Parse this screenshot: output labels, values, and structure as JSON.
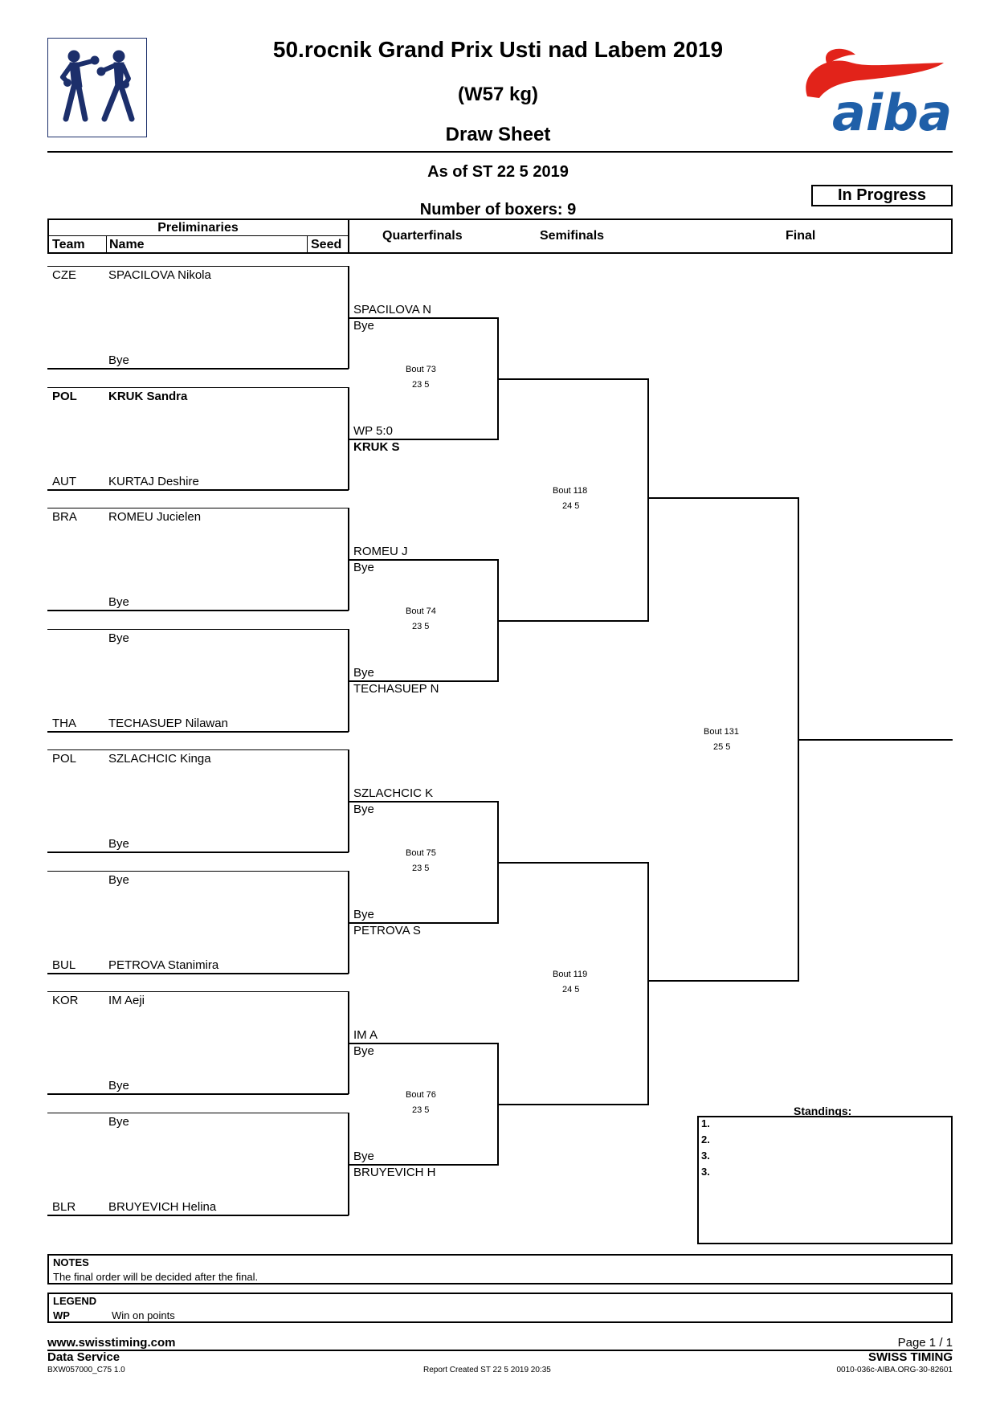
{
  "header": {
    "title": "50.rocnik Grand Prix Usti nad Labem 2019",
    "weight": "(W57 kg)",
    "sheet": "Draw Sheet",
    "as_of": "As of ST 22 5 2019",
    "boxers": "Number of boxers: 9",
    "status": "In Progress",
    "logo_text": "aiba"
  },
  "columns": {
    "preliminaries": "Preliminaries",
    "team": "Team",
    "name": "Name",
    "seed": "Seed",
    "quarterfinals": "Quarterfinals",
    "semifinals": "Semifinals",
    "final": "Final"
  },
  "prelims": [
    {
      "team": "CZE",
      "name": "SPACILOVA Nikola",
      "bold": false
    },
    {
      "team": "",
      "name": "Bye",
      "bold": false
    },
    {
      "team": "POL",
      "name": "KRUK Sandra",
      "bold": true
    },
    {
      "team": "AUT",
      "name": "KURTAJ Deshire",
      "bold": false
    },
    {
      "team": "BRA",
      "name": "ROMEU Jucielen",
      "bold": false
    },
    {
      "team": "",
      "name": "Bye",
      "bold": false
    },
    {
      "team": "",
      "name": "Bye",
      "bold": false
    },
    {
      "team": "THA",
      "name": "TECHASUEP Nilawan",
      "bold": false
    },
    {
      "team": "POL",
      "name": "SZLACHCIC Kinga",
      "bold": false
    },
    {
      "team": "",
      "name": "Bye",
      "bold": false
    },
    {
      "team": "",
      "name": "Bye",
      "bold": false
    },
    {
      "team": "BUL",
      "name": "PETROVA Stanimira",
      "bold": false
    },
    {
      "team": "KOR",
      "name": "IM Aeji",
      "bold": false
    },
    {
      "team": "",
      "name": "Bye",
      "bold": false
    },
    {
      "team": "",
      "name": "Bye",
      "bold": false
    },
    {
      "team": "BLR",
      "name": "BRUYEVICH Helina",
      "bold": false
    }
  ],
  "quarterfinals": [
    {
      "top_name": "SPACILOVA N",
      "top_result": "Bye",
      "bot_result": "WP 5:0",
      "bot_name": "KRUK S",
      "bot_bold": true,
      "bout": "Bout  73",
      "date": "23 5"
    },
    {
      "top_name": "ROMEU J",
      "top_result": "Bye",
      "bot_result": "Bye",
      "bot_name": "TECHASUEP N",
      "bot_bold": false,
      "bout": "Bout  74",
      "date": "23 5"
    },
    {
      "top_name": "SZLACHCIC K",
      "top_result": "Bye",
      "bot_result": "Bye",
      "bot_name": "PETROVA S",
      "bot_bold": false,
      "bout": "Bout  75",
      "date": "23 5"
    },
    {
      "top_name": "IM A",
      "top_result": "Bye",
      "bot_result": "Bye",
      "bot_name": "BRUYEVICH H",
      "bot_bold": false,
      "bout": "Bout  76",
      "date": "23 5"
    }
  ],
  "semifinals": [
    {
      "bout": "Bout  118",
      "date": "24 5"
    },
    {
      "bout": "Bout  119",
      "date": "24 5"
    }
  ],
  "final": {
    "bout": "Bout  131",
    "date": "25 5"
  },
  "standings": {
    "title": "Standings:",
    "places": [
      "1.",
      "2.",
      "3.",
      "3."
    ]
  },
  "notes": {
    "title": "NOTES",
    "text": "The final order will be decided after the final."
  },
  "legend": {
    "title": "LEGEND",
    "code": "WP",
    "text": "Win on points"
  },
  "footer": {
    "url": "www.swisstiming.com",
    "service": "Data Service",
    "code": "BXW057000_C75 1.0",
    "report": "Report Created  ST 22 5 2019 20:35",
    "page": "Page 1 / 1",
    "brand": "SWISS TIMING",
    "id": "0010-036c-AIBA.ORG-30-82601"
  },
  "colors": {
    "aiba_red": "#e2231a",
    "aiba_blue": "#1f5fa8",
    "logo_navy": "#1c2f6b"
  }
}
